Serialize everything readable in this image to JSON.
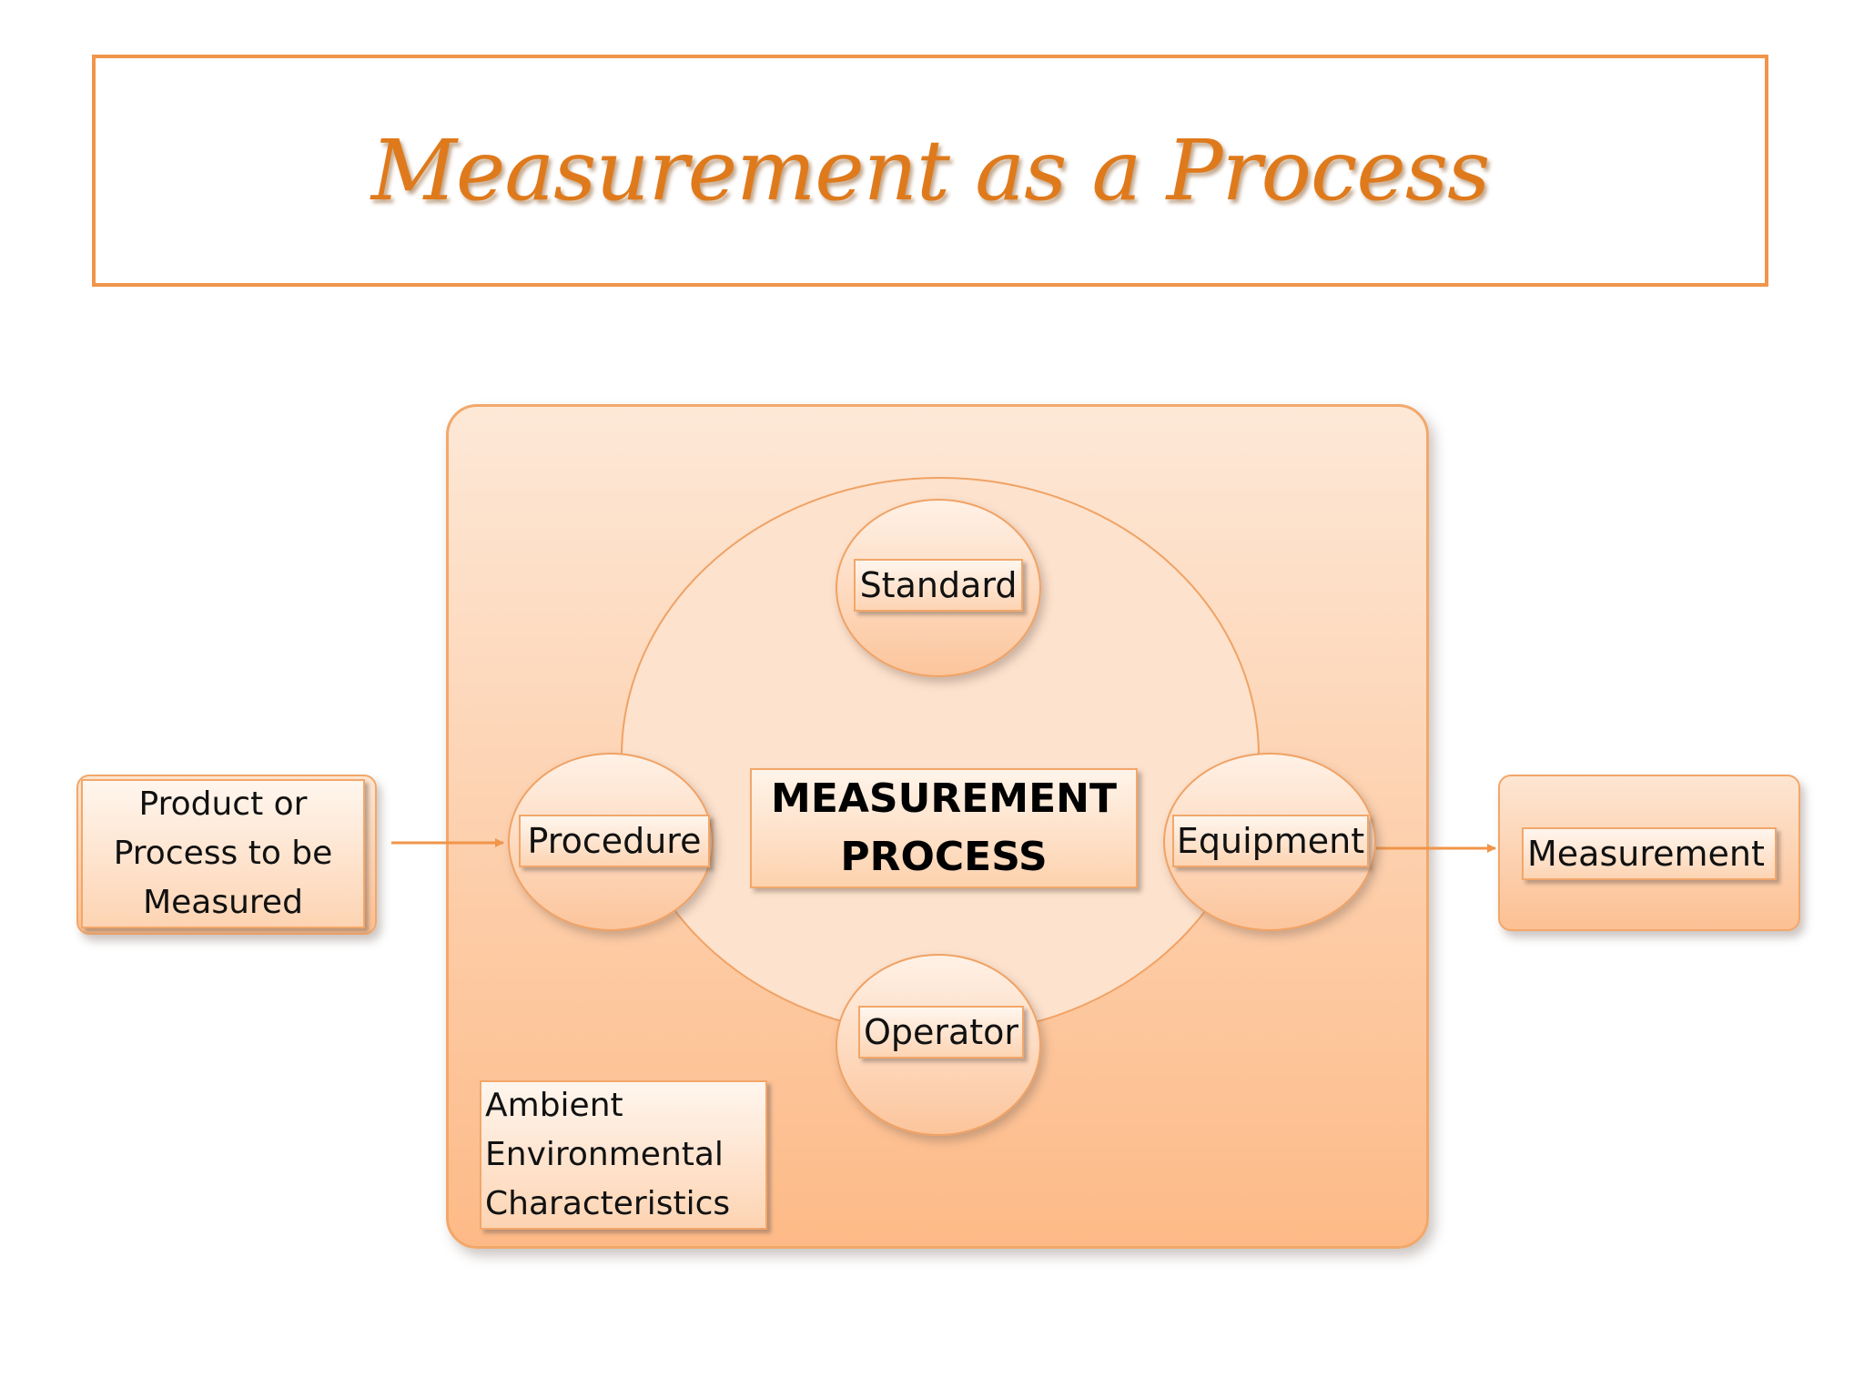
{
  "title": "Measurement as a Process",
  "center": "MEASUREMENT\nPROCESS",
  "nodes": {
    "standard": "Standard",
    "procedure": "Procedure",
    "equipment": "Equipment",
    "operator": "Operator"
  },
  "input": "Product or\nProcess to be\nMeasured",
  "output": "Measurement",
  "environment": "Ambient\nEnvironmental\nCharacteristics",
  "colors": {
    "accent": "#f0954a",
    "title": "#df7a1c",
    "fill_light": "#fde8d7",
    "fill_dark": "#fdba87"
  }
}
